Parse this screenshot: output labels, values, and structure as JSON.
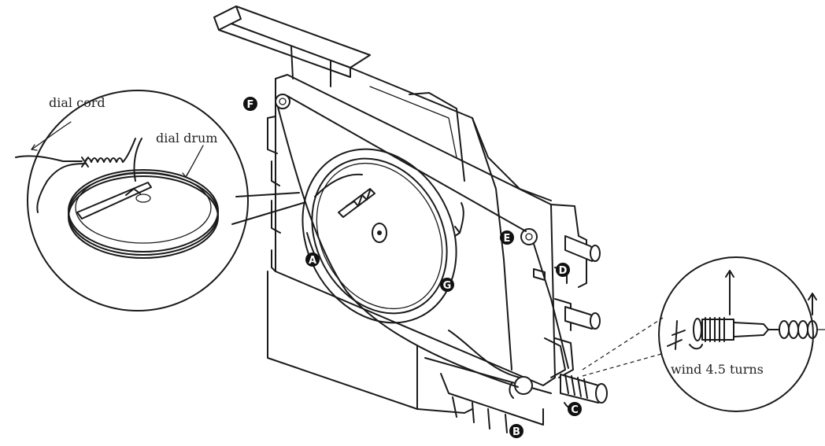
{
  "labels": {
    "dial_cord": "dial cord",
    "dial_drum": "dial drum",
    "wind_turns": "wind 4.5 turns"
  },
  "markers": {
    "A": "A",
    "B": "B",
    "C": "C",
    "D": "D",
    "E": "E",
    "F": "F",
    "G": "G"
  },
  "colors": {
    "line": "#1a1a1a",
    "marker_fill": "#111111",
    "background": "#ffffff"
  }
}
